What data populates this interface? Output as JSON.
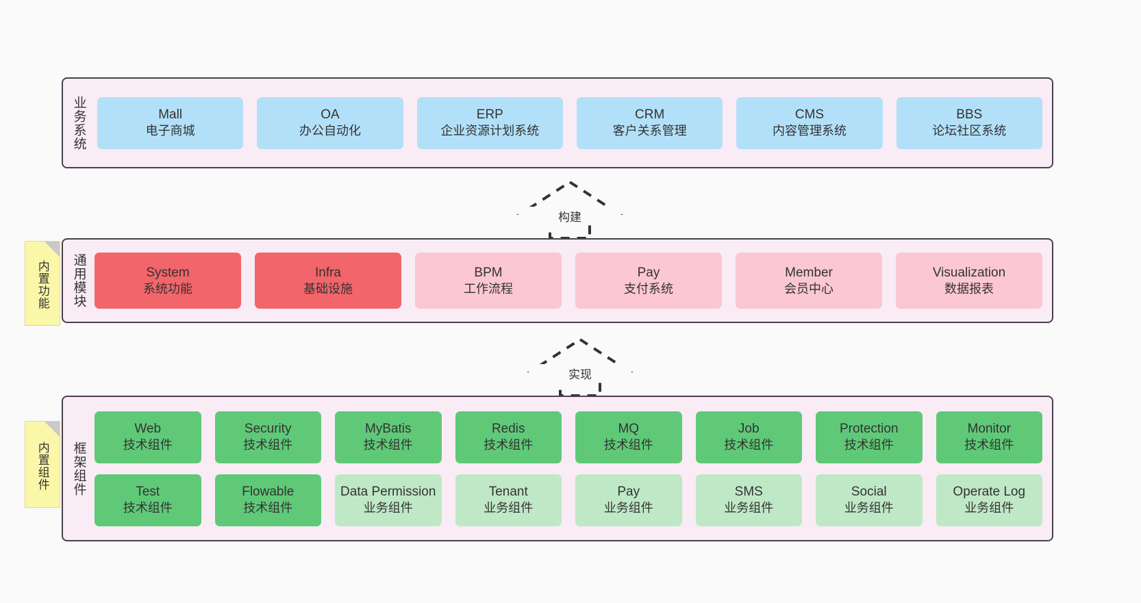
{
  "diagram": {
    "background": "#fafafa",
    "layer_bg": "#f9ecf5",
    "layer_border": "#4a3f4e",
    "colors": {
      "business_card": "#b3e0f9",
      "module_core": "#f2656a",
      "module_optional": "#fbc7d0",
      "tech_component": "#5fc978",
      "biz_component": "#bfe8c6",
      "sticky": "#faf7a8"
    }
  },
  "layers": {
    "business": {
      "title": "业务系统",
      "cards": [
        {
          "en": "Mall",
          "cn": "电子商城"
        },
        {
          "en": "OA",
          "cn": "办公自动化"
        },
        {
          "en": "ERP",
          "cn": "企业资源计划系统"
        },
        {
          "en": "CRM",
          "cn": "客户关系管理"
        },
        {
          "en": "CMS",
          "cn": "内容管理系统"
        },
        {
          "en": "BBS",
          "cn": "论坛社区系统"
        }
      ]
    },
    "modules": {
      "title": "通用模块",
      "sticky": "内置功能",
      "cards": [
        {
          "en": "System",
          "cn": "系统功能",
          "style": "red"
        },
        {
          "en": "Infra",
          "cn": "基础设施",
          "style": "red"
        },
        {
          "en": "BPM",
          "cn": "工作流程",
          "style": "pink"
        },
        {
          "en": "Pay",
          "cn": "支付系统",
          "style": "pink"
        },
        {
          "en": "Member",
          "cn": "会员中心",
          "style": "pink"
        },
        {
          "en": "Visualization",
          "cn": "数据报表",
          "style": "pink"
        }
      ]
    },
    "framework": {
      "title": "框架组件",
      "sticky": "内置组件",
      "row1": [
        {
          "en": "Web",
          "cn": "技术组件"
        },
        {
          "en": "Security",
          "cn": "技术组件"
        },
        {
          "en": "MyBatis",
          "cn": "技术组件"
        },
        {
          "en": "Redis",
          "cn": "技术组件"
        },
        {
          "en": "MQ",
          "cn": "技术组件"
        },
        {
          "en": "Job",
          "cn": "技术组件"
        },
        {
          "en": "Protection",
          "cn": "技术组件"
        },
        {
          "en": "Monitor",
          "cn": "技术组件"
        }
      ],
      "row2": [
        {
          "en": "Test",
          "cn": "技术组件",
          "style": "green"
        },
        {
          "en": "Flowable",
          "cn": "技术组件",
          "style": "green"
        },
        {
          "en": "Data Permission",
          "cn": "业务组件",
          "style": "lightgreen"
        },
        {
          "en": "Tenant",
          "cn": "业务组件",
          "style": "lightgreen"
        },
        {
          "en": "Pay",
          "cn": "业务组件",
          "style": "lightgreen"
        },
        {
          "en": "SMS",
          "cn": "业务组件",
          "style": "lightgreen"
        },
        {
          "en": "Social",
          "cn": "业务组件",
          "style": "lightgreen"
        },
        {
          "en": "Operate Log",
          "cn": "业务组件",
          "style": "lightgreen"
        }
      ]
    }
  },
  "connectors": [
    {
      "label": "构建",
      "direction": "up"
    },
    {
      "label": "实现",
      "direction": "up"
    }
  ]
}
